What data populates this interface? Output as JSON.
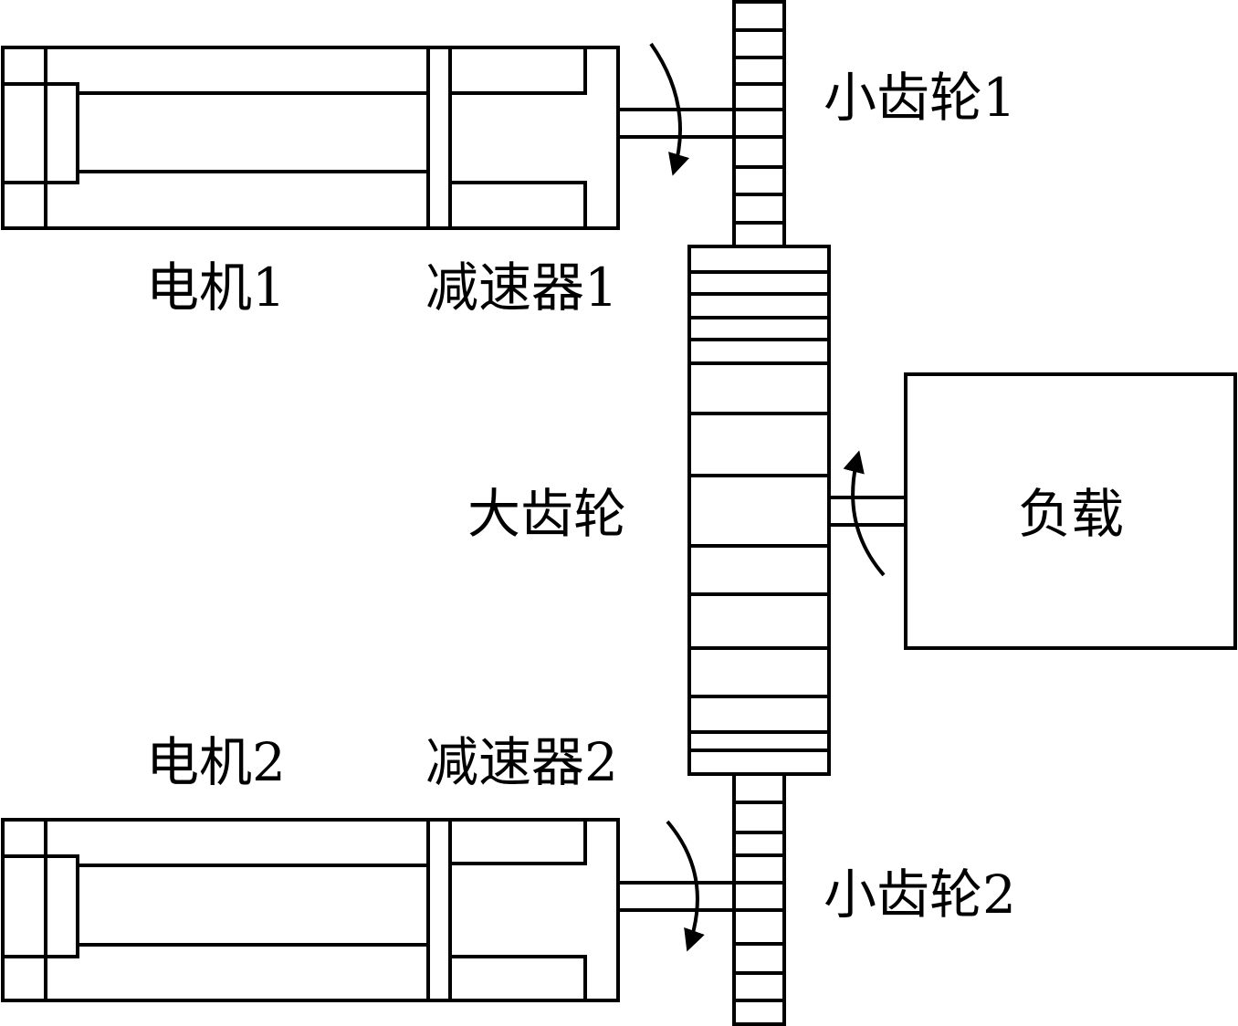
{
  "labels": {
    "motor1": "电机1",
    "reducer1": "减速器1",
    "pinion1": "小齿轮1",
    "big_gear": "大齿轮",
    "load": "负载",
    "motor2": "电机2",
    "reducer2": "减速器2",
    "pinion2": "小齿轮2"
  },
  "colors": {
    "stroke": "#000000",
    "background": "#ffffff"
  }
}
